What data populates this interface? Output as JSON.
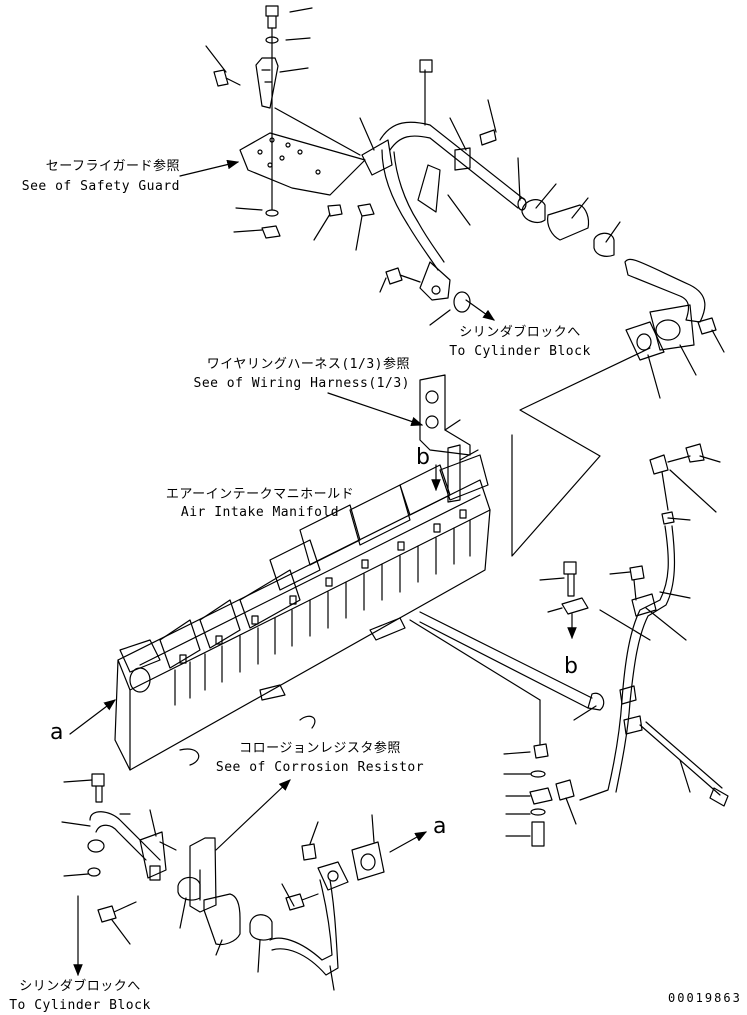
{
  "labels": {
    "safety_guard_jp": "セーフライガード参照",
    "safety_guard_en": "See of Safety Guard",
    "cyl_block_top_jp": "シリンダブロックへ",
    "cyl_block_top_en": "To Cylinder Block",
    "wiring_jp": "ワイヤリングハーネス(1/3)参照",
    "wiring_en": "See of Wiring Harness(1/3)",
    "manifold_jp": "エアーインテークマニホールド",
    "manifold_en": "Air Intake Manifold",
    "corrosion_jp": "コロージョンレジスタ参照",
    "corrosion_en": "See of Corrosion Resistor",
    "cyl_block_bottom_jp": "シリンダブロックへ",
    "cyl_block_bottom_en": "To Cylinder Block"
  },
  "markers": {
    "a_left": "a",
    "a_right": "a",
    "b_top": "b",
    "b_right": "b"
  },
  "drawing_code": "00019863"
}
